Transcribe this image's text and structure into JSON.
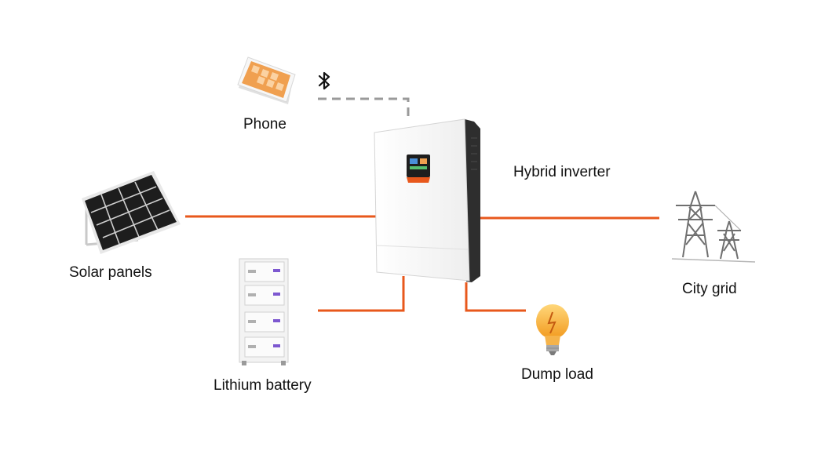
{
  "labels": {
    "phone": "Phone",
    "inverter": "Hybrid inverter",
    "solar": "Solar panels",
    "grid": "City grid",
    "battery": "Lithium battery",
    "dump_load": "Dump load"
  },
  "icons": {
    "bluetooth": "bluetooth-icon"
  },
  "colors": {
    "power_line": "#e8581c",
    "data_link": "#9a9a9a",
    "accent": "#f0a050",
    "inverter_body": "#f5f5f5",
    "inverter_side": "#2e2e2e"
  }
}
